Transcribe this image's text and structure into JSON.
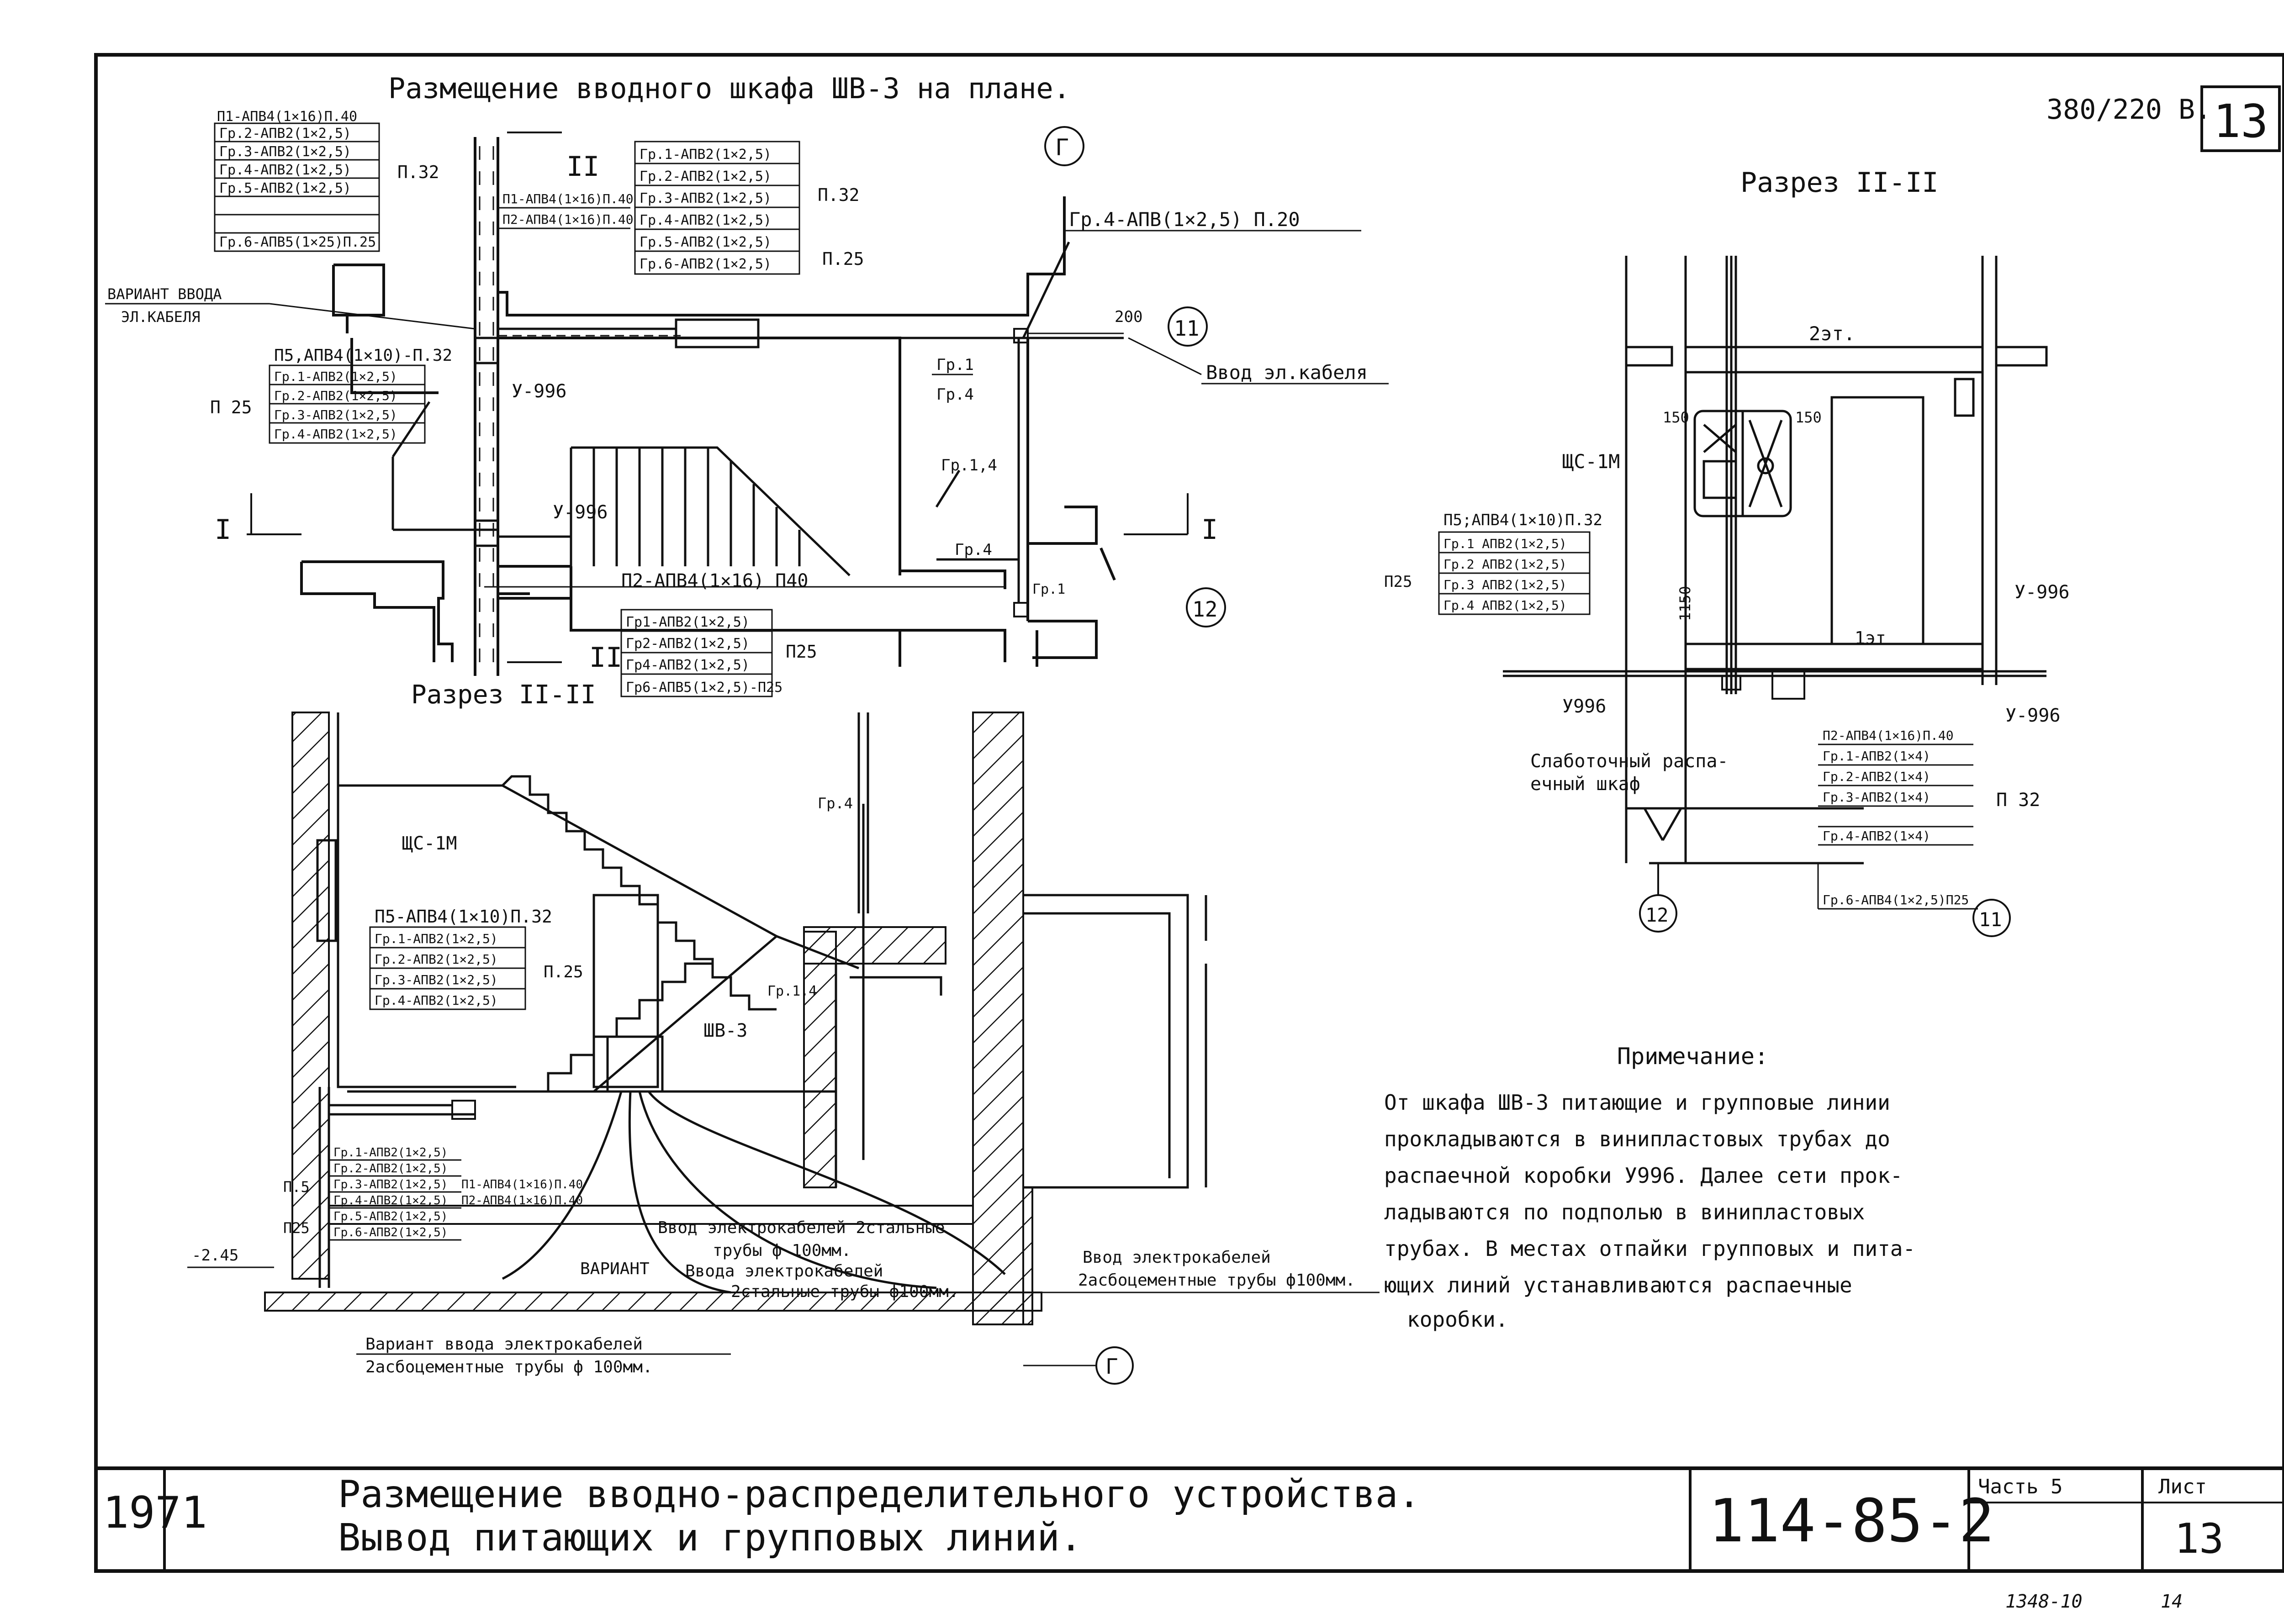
{
  "sheet": {
    "plan_title": "Размещение вводного шкафа ШВ-3 на плане.",
    "voltage": "380/220 В.",
    "sheet_corner": "13",
    "year": "1971",
    "title_line1": "Размещение вводно-распределительного устройства.",
    "title_line2": "Вывод питающих и групповых линий.",
    "code": "114-85-2",
    "part": "Часть 5",
    "list_label": "Лист",
    "list_no": "13",
    "archive_no": "1348-10",
    "archive_sub": "14"
  },
  "plan": {
    "top_left_group": [
      "П1-АПВ4(1×16)П.40",
      "Гр.2-АПВ2(1×2,5)",
      "Гр.3-АПВ2(1×2,5)",
      "Гр.4-АПВ2(1×2,5)",
      "Гр.5-АПВ2(1×2,5)",
      "Гр.6-АПВ5(1×25)П.25"
    ],
    "top_left_p": "П.32",
    "mid_pair": [
      "П1-АПВ4(1×16)П.40",
      "П2-АПВ4(1×16)П.40"
    ],
    "top_right_group": [
      "Гр.1-АПВ2(1×2,5)",
      "Гр.2-АПВ2(1×2,5)",
      "Гр.3-АПВ2(1×2,5)",
      "Гр.4-АПВ2(1×2,5)",
      "Гр.5-АПВ2(1×2,5)",
      "Гр.6-АПВ2(1×2,5)"
    ],
    "top_right_p1": "П.32",
    "top_right_p2": "П.25",
    "gr4_line": "Гр.4-АПВ(1×2,5) П.20",
    "variant_label1": "ВАРИАНТ ВВОДА",
    "variant_label2": "ЭЛ.КАБЕЛЯ",
    "p5_head": "П5,АПВ4(1×10)-П.32",
    "left_group": [
      "Гр.1-АПВ2(1×2,5)",
      "Гр.2-АПВ2(1×2,5)",
      "Гр.3-АПВ2(1×2,5)",
      "Гр.4-АПВ2(1×2,5)"
    ],
    "left_p": "П 25",
    "box1": "У-996",
    "box2": "У-996",
    "section_mark_I": "I",
    "section_mark_II": "II",
    "axis_G": "Г",
    "axis_11": "11",
    "axis_12": "12",
    "dim_200": "200",
    "input_cable": "Ввод эл.кабеля",
    "gr1": "Гр.1",
    "gr4": "Гр.4",
    "gr14": "Гр.1,4",
    "gr4b": "Гр.4",
    "gr1b": "Гр.1",
    "p2_line": "П2-АПВ4(1×16) П40",
    "bottom_group": [
      "Гр1-АПВ2(1×2,5)",
      "Гр2-АПВ2(1×2,5)",
      "Гр4-АПВ2(1×2,5)",
      "Гр6-АПВ5(1×2,5)-П25"
    ],
    "bottom_p": "П25"
  },
  "section_left": {
    "title": "Разрез II-II",
    "shs": "ЩС-1М",
    "p5": "П5-АПВ4(1×10)П.32",
    "group": [
      "Гр.1-АПВ2(1×2,5)",
      "Гр.2-АПВ2(1×2,5)",
      "Гр.3-АПВ2(1×2,5)",
      "Гр.4-АПВ2(1×2,5)"
    ],
    "group_p": "П.25",
    "gr4": "Гр.4",
    "gr14": "Гр.1,4",
    "shv": "ШВ-3",
    "lower_group": [
      "Гр.1-АПВ2(1×2,5)",
      "Гр.2-АПВ2(1×2,5)",
      "Гр.3-АПВ2(1×2,5)",
      "Гр.4-АПВ2(1×2,5)",
      "Гр.5-АПВ2(1×2,5)",
      "Гр.6-АПВ2(1×2,5)"
    ],
    "lower_pair": [
      "П1-АПВ4(1×16)П.40",
      "П2-АПВ4(1×16)П.40"
    ],
    "p5_small": "П.5",
    "p25_small": "П25",
    "level": "-2.45",
    "variant": "ВАРИАНТ",
    "input1": "Ввод электрокабелей 2стальные",
    "input1b": "трубы ф 100мм.",
    "input2": "Ввода электрокабелей",
    "input2b": "2стальные трубы ф100мм.",
    "input3": "Ввод электрокабелей",
    "input3b": "2асбоцементные трубы ф100мм.",
    "variant_bottom": "Вариант ввода электрокабелей",
    "variant_bottom2": "2асбоцементные трубы ф 100мм.",
    "axis_G": "Г"
  },
  "section_right": {
    "title": "Разрез II-II",
    "floor2": "2эт.",
    "floor1": "1эт",
    "shs": "ЩС-1М",
    "dim150a": "150",
    "dim150b": "150",
    "dim1150": "1150",
    "p5": "П5;АПВ4(1×10)П.32",
    "group": [
      "Гр.1 АПВ2(1×2,5)",
      "Гр.2 АПВ2(1×2,5)",
      "Гр.3 АПВ2(1×2,5)",
      "Гр.4 АПВ2(1×2,5)"
    ],
    "group_p": "П25",
    "u996a": "У-996",
    "u996b": "У996",
    "u996c": "У-996",
    "weak1": "Слаботочный распа-",
    "weak2": "ечный шкаф",
    "lower": [
      "П2-АПВ4(1×16)П.40",
      "Гр.1-АПВ2(1×4)",
      "Гр.2-АПВ2(1×4)",
      "Гр.3-АПВ2(1×4)",
      "Гр.4-АПВ2(1×4)"
    ],
    "lower_p": "П 32",
    "gr6": "Гр.6-АПВ4(1×2,5)П25",
    "axis_12": "12",
    "axis_11": "11"
  },
  "note": {
    "title": "Примечание:",
    "lines": [
      "От шкафа ШВ-3 питающие и групповые линии",
      "прокладываются в винипластовых трубах до",
      "распаечной коробки У996. Далее сети прок-",
      "ладываются по подполью в винипластовых",
      "трубах. В местах отпайки групповых и пита-",
      "ющих линий устанавливаются распаечные",
      "коробки."
    ]
  }
}
